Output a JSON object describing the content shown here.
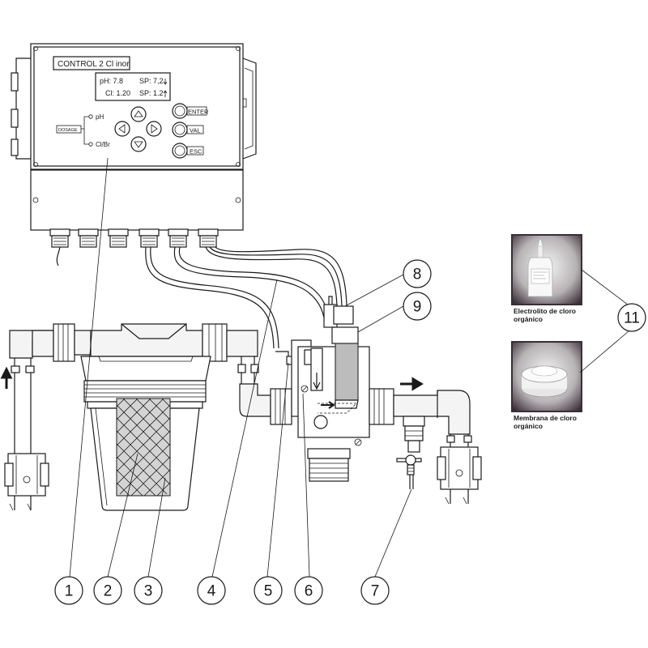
{
  "controller": {
    "title": "CONTROL 2 Cl inor",
    "display": {
      "ph": "pH: 7.8",
      "sp_ph": "SP: 7,2",
      "cl": "Cl: 1.20",
      "sp_cl": "SP: 1.2"
    },
    "dosage_label": "DOSAGE",
    "led_ph": "pH",
    "led_clbr": "Cl/Br",
    "btn_enter": "ENTER",
    "btn_val": "VAL",
    "btn_esc": "ESC"
  },
  "accessories": {
    "electrolyte_caption": [
      "Electrolito de cloro",
      "orgánico"
    ],
    "membrane_caption": [
      "Membrana de cloro",
      "orgánico"
    ]
  },
  "callouts": [
    "1",
    "2",
    "3",
    "4",
    "5",
    "6",
    "7",
    "8",
    "9",
    "11"
  ],
  "colors": {
    "line": "#1a1a1a",
    "photo_bg": "#3a2e36"
  }
}
